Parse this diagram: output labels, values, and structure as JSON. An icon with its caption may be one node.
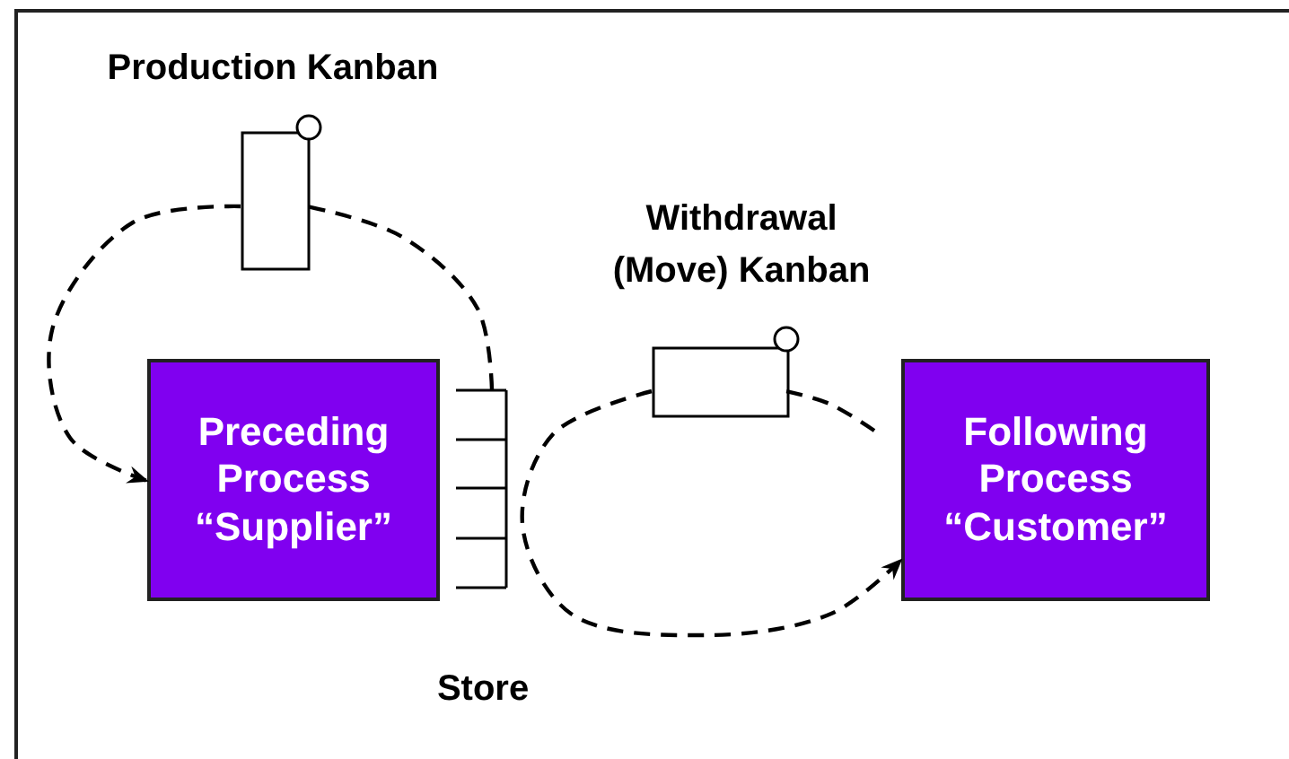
{
  "diagram": {
    "nodes": [
      {
        "text": [
          "Production Kanban"
        ]
      },
      {
        "text": [
          "Preceding Process “Supplier”"
        ]
      },
      {
        "text": [
          "Store"
        ]
      },
      {
        "text": [
          "Withdrawal (Move) Kanban"
        ]
      },
      {
        "text": [
          "Following Process “Customer”"
        ]
      }
    ],
    "edges": [
      {
        "from": 2,
        "to": 0,
        "arrow": "none",
        "style": "dashed"
      },
      {
        "from": 0,
        "to": 1,
        "arrow": "to",
        "style": "dashed"
      },
      {
        "from": 4,
        "to": 3,
        "arrow": "none",
        "style": "dashed"
      },
      {
        "from": 3,
        "to": 4,
        "arrow": "to",
        "style": "dashed"
      }
    ]
  }
}
